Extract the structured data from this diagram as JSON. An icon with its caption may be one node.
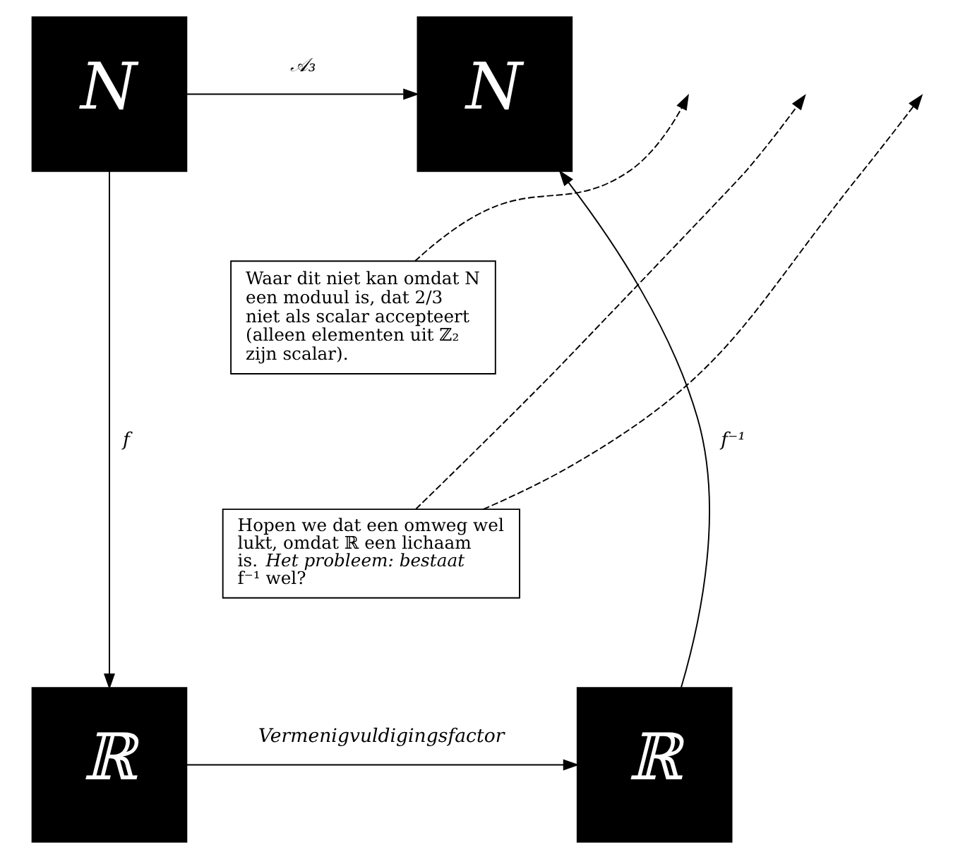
{
  "diagram": {
    "nodes": [
      {
        "text": [
          "N"
        ]
      },
      {
        "text": [
          "N"
        ]
      },
      {
        "text": [
          "ℝ"
        ]
      },
      {
        "text": [
          "ℝ"
        ]
      },
      {
        "text": [
          "Waar dit niet kan omdat N een moduul is, dat 2/3 niet als scalar accepteert (alleen elementen uit ℤ₂ zijn scalar)."
        ]
      },
      {
        "text": [
          "Hopen we dat een omweg wel lukt, omdat ℝ een lichaam is. *Het probleem: bestaat f⁻¹ wel?*"
        ]
      }
    ],
    "edges": [
      {
        "from": 0,
        "to": 1,
        "arrow": "to",
        "label": "𝒜₃"
      },
      {
        "from": 0,
        "to": 2,
        "arrow": "to",
        "label": "f"
      },
      {
        "from": 3,
        "to": 1,
        "arrow": "to",
        "label": "f⁻¹"
      },
      {
        "from": 2,
        "to": 3,
        "arrow": "to",
        "label": "Vermenigvuldigingsfactor"
      },
      {
        "from": 4,
        "to": null,
        "arrow": "to",
        "style": "dashed"
      },
      {
        "from": 5,
        "to": null,
        "arrow": "to",
        "style": "dashed"
      },
      {
        "from": 5,
        "to": null,
        "arrow": "to",
        "style": "dashed"
      }
    ]
  }
}
